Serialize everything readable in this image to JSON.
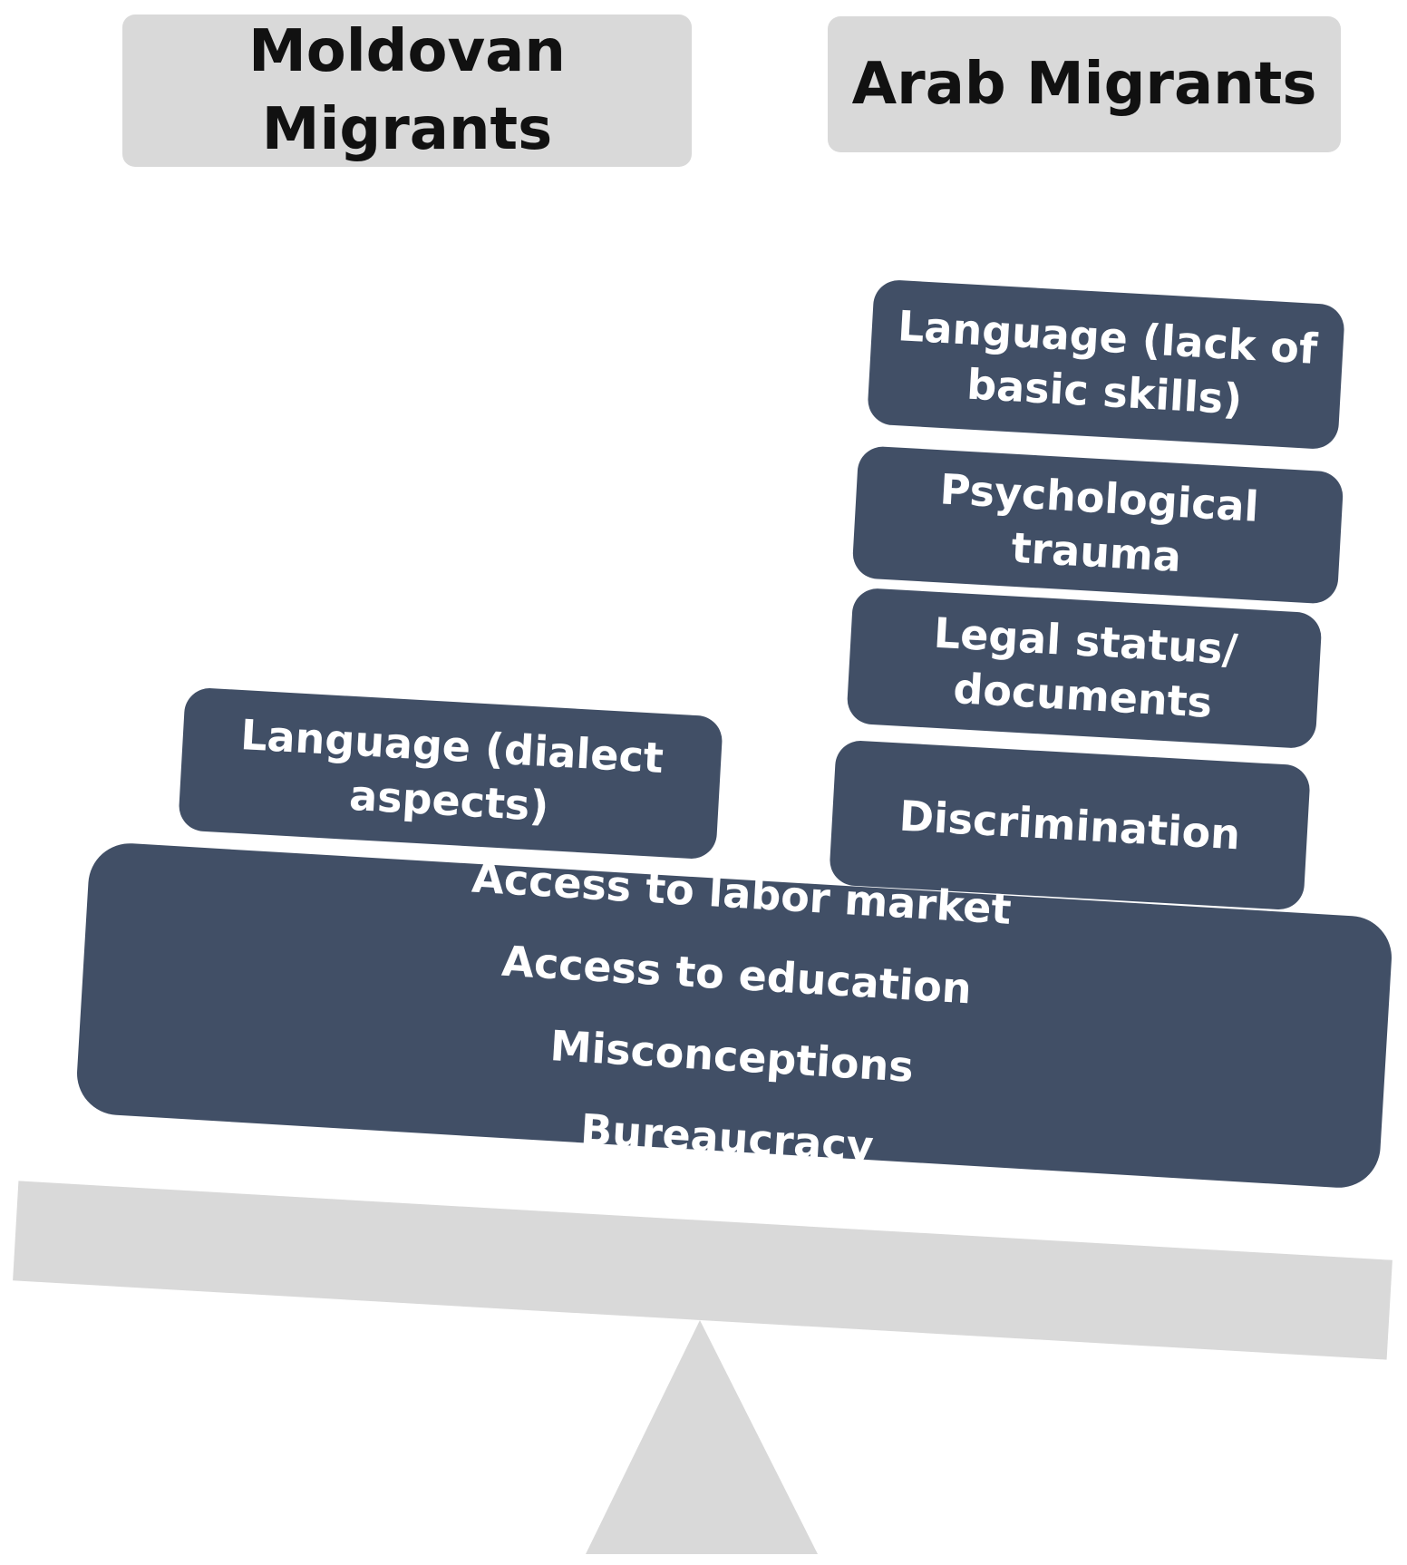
{
  "headers": {
    "left": [
      "Moldovan",
      "Migrants"
    ],
    "right": "Arab Migrants"
  },
  "arab_blocks": [
    [
      "Language (lack of",
      "basic skills)"
    ],
    [
      "Psychological",
      "trauma"
    ],
    [
      "Legal status/",
      "documents"
    ],
    [
      "Discrimination"
    ]
  ],
  "moldovan_blocks": [
    [
      "Language (dialect",
      "aspects)"
    ]
  ],
  "shared_block": [
    "Access to labor market",
    "Access to education",
    "Misconceptions",
    "Bureaucracy"
  ],
  "colors": {
    "block": "#414f66",
    "header": "#d9d9d9",
    "scale": "#d9d9d9"
  }
}
